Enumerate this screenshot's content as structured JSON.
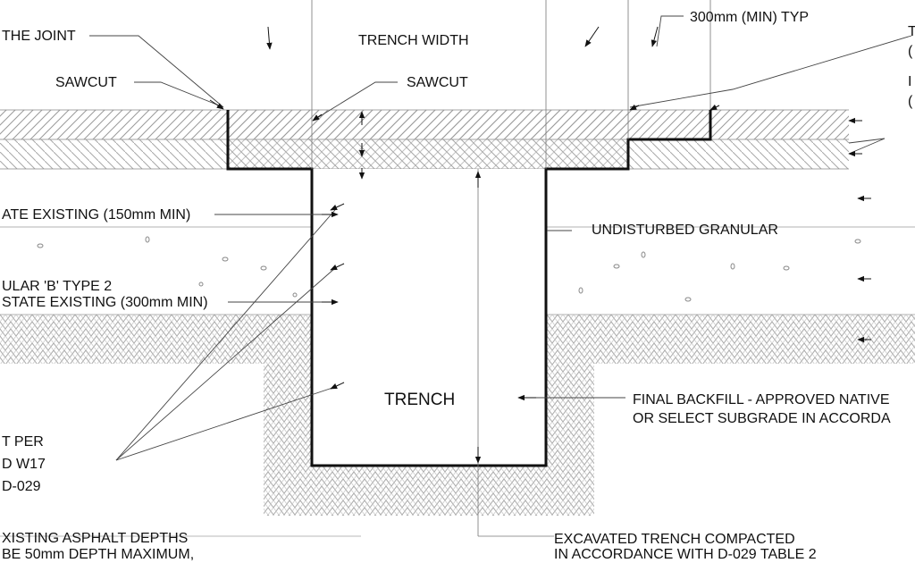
{
  "labels": {
    "joint": "THE JOINT",
    "trench_width": "TRENCH WIDTH",
    "min_typ": "300mm (MIN) TYP",
    "sawcut_left": "SAWCUT",
    "sawcut_right": "SAWCUT",
    "granular_a": "ATE EXISTING (150mm MIN)",
    "undisturbed": "UNDISTURBED GRANULAR",
    "granular_b_1": "ULAR 'B' TYPE 2",
    "granular_b_2": "STATE EXISTING (300mm MIN)",
    "trench": "TRENCH",
    "backfill_1": "FINAL BACKFILL - APPROVED NATIVE",
    "backfill_2": "OR SELECT SUBGRADE IN ACCORDA",
    "per_1": "T PER",
    "per_2": "D W17",
    "per_3": "D-029",
    "asphalt_1": "XISTING ASPHALT DEPTHS",
    "asphalt_2": "BE 50mm DEPTH MAXIMUM,",
    "excavated_1": "EXCAVATED TRENCH COMPACTED",
    "excavated_2": "IN ACCORDANCE WITH D-029 TABLE 2",
    "right_edge_1": "T",
    "right_edge_2": "(",
    "right_edge_3": "I",
    "right_edge_4": "("
  },
  "colors": {
    "line": "#111111",
    "thin_line": "#666666",
    "hatch": "#9a9a9a",
    "stone": "#8a8a8a"
  }
}
